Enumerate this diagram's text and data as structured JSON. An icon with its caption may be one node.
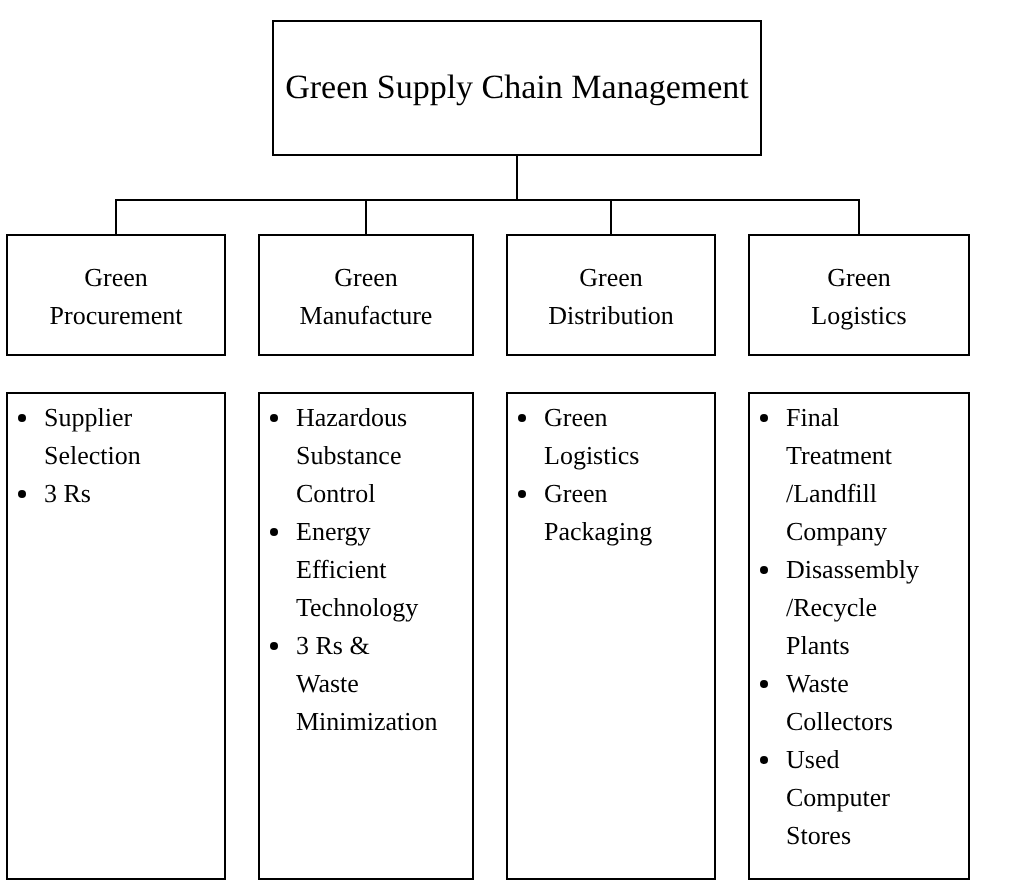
{
  "diagram": {
    "nodes": [
      {
        "text": [
          "Green Supply Chain Management"
        ]
      },
      {
        "text": [
          "Green Procurement"
        ]
      },
      {
        "text": [
          "Green Manufacture"
        ]
      },
      {
        "text": [
          "Green Distribution"
        ]
      },
      {
        "text": [
          "Green Logistics"
        ]
      },
      {
        "text": [
          "Supplier Selection",
          "3 Rs"
        ]
      },
      {
        "text": [
          "Hazardous Substance Control",
          "Energy Efficient Technology",
          "3 Rs & Waste Minimization"
        ]
      },
      {
        "text": [
          "Green Logistics",
          "Green Packaging"
        ]
      },
      {
        "text": [
          "Final Treatment /Landfill Company",
          "Disassembly /Recycle Plants",
          "Waste Collectors",
          "Used Computer Stores"
        ]
      }
    ],
    "edges": [
      {
        "from": 0,
        "to": 1,
        "arrow": "none"
      },
      {
        "from": 0,
        "to": 2,
        "arrow": "none"
      },
      {
        "from": 0,
        "to": 3,
        "arrow": "none"
      },
      {
        "from": 0,
        "to": 4,
        "arrow": "none"
      }
    ]
  }
}
